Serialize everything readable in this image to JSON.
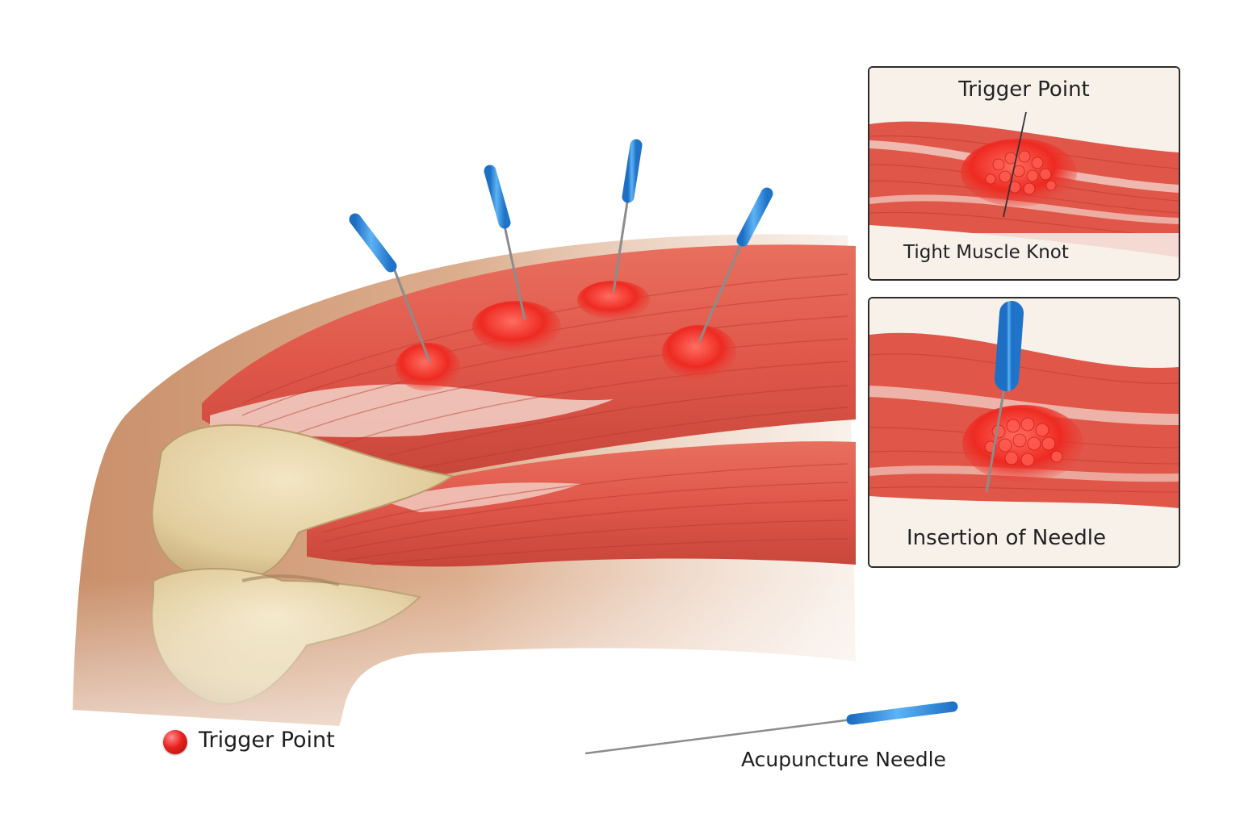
{
  "insets": {
    "knot": {
      "title": "Trigger Point",
      "caption": "Tight Muscle Knot"
    },
    "insertion": {
      "caption": "Insertion of Needle"
    }
  },
  "legend": {
    "trigger_point": "Trigger Point",
    "acupuncture_needle": "Acupuncture Needle"
  },
  "colors": {
    "muscle": "#e0574a",
    "muscle_dark": "#b8352c",
    "trigger_point": "#e8231f",
    "needle_handle": "#2f8fe0",
    "needle_shaft": "#8c8c8c",
    "bone": "#e6d3a6",
    "skin": "#d9a27e",
    "frame": "#2c2c2c"
  },
  "icons": {
    "trigger_point": "red-dot-icon",
    "needle": "acupuncture-needle-icon"
  }
}
